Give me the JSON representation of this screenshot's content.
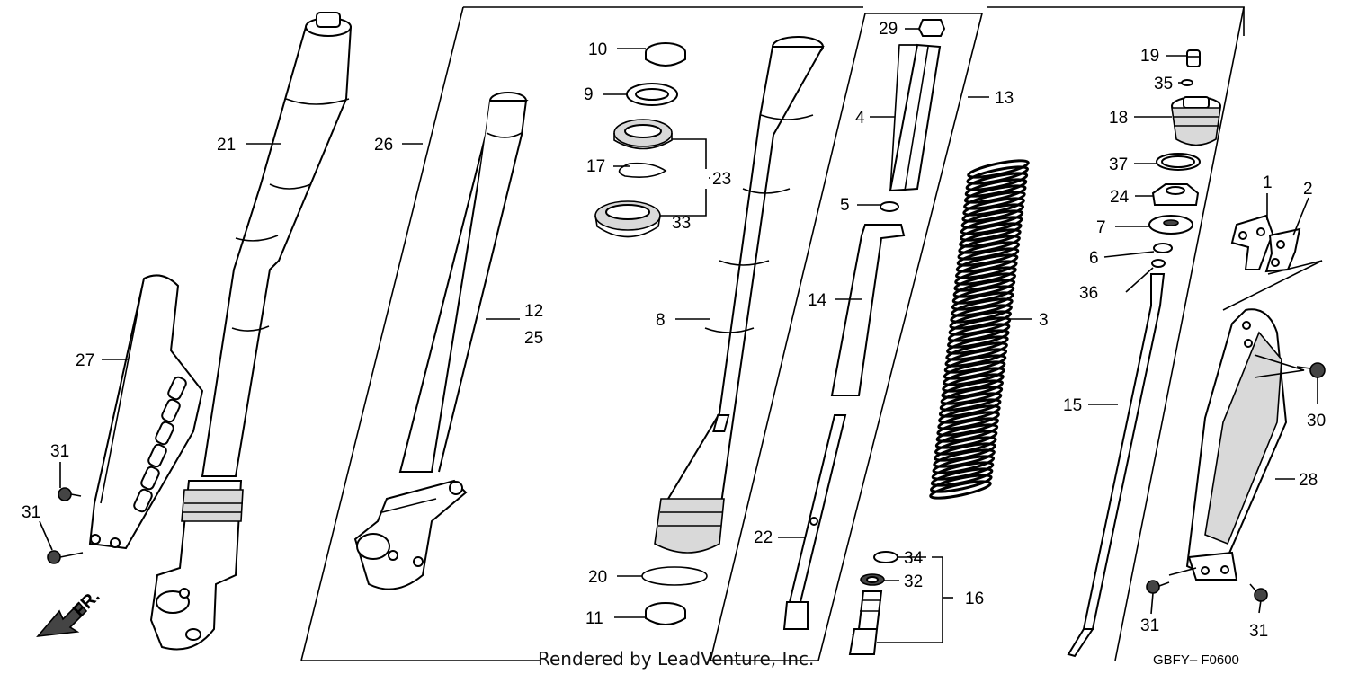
{
  "callouts": {
    "c1": "1",
    "c2": "2",
    "c3": "3",
    "c4": "4",
    "c5": "5",
    "c6": "6",
    "c7": "7",
    "c8": "8",
    "c9": "9",
    "c10": "10",
    "c11": "11",
    "c12": "12",
    "c13": "13",
    "c14": "14",
    "c15": "15",
    "c16": "16",
    "c17": "17",
    "c18": "18",
    "c19": "19",
    "c20": "20",
    "c21": "21",
    "c22": "22",
    "c23": "23",
    "c24": "24",
    "c25": "25",
    "c26": "26",
    "c27": "27",
    "c28": "28",
    "c29": "29",
    "c30": "30",
    "c31": "31",
    "c32": "32",
    "c33": "33",
    "c34": "34",
    "c35": "35",
    "c36": "36",
    "c37": "37"
  },
  "direction_label": "FR.",
  "footer_text": "Rendered by LeadVenture, Inc.",
  "diagram_code": "GBFY– F0600"
}
